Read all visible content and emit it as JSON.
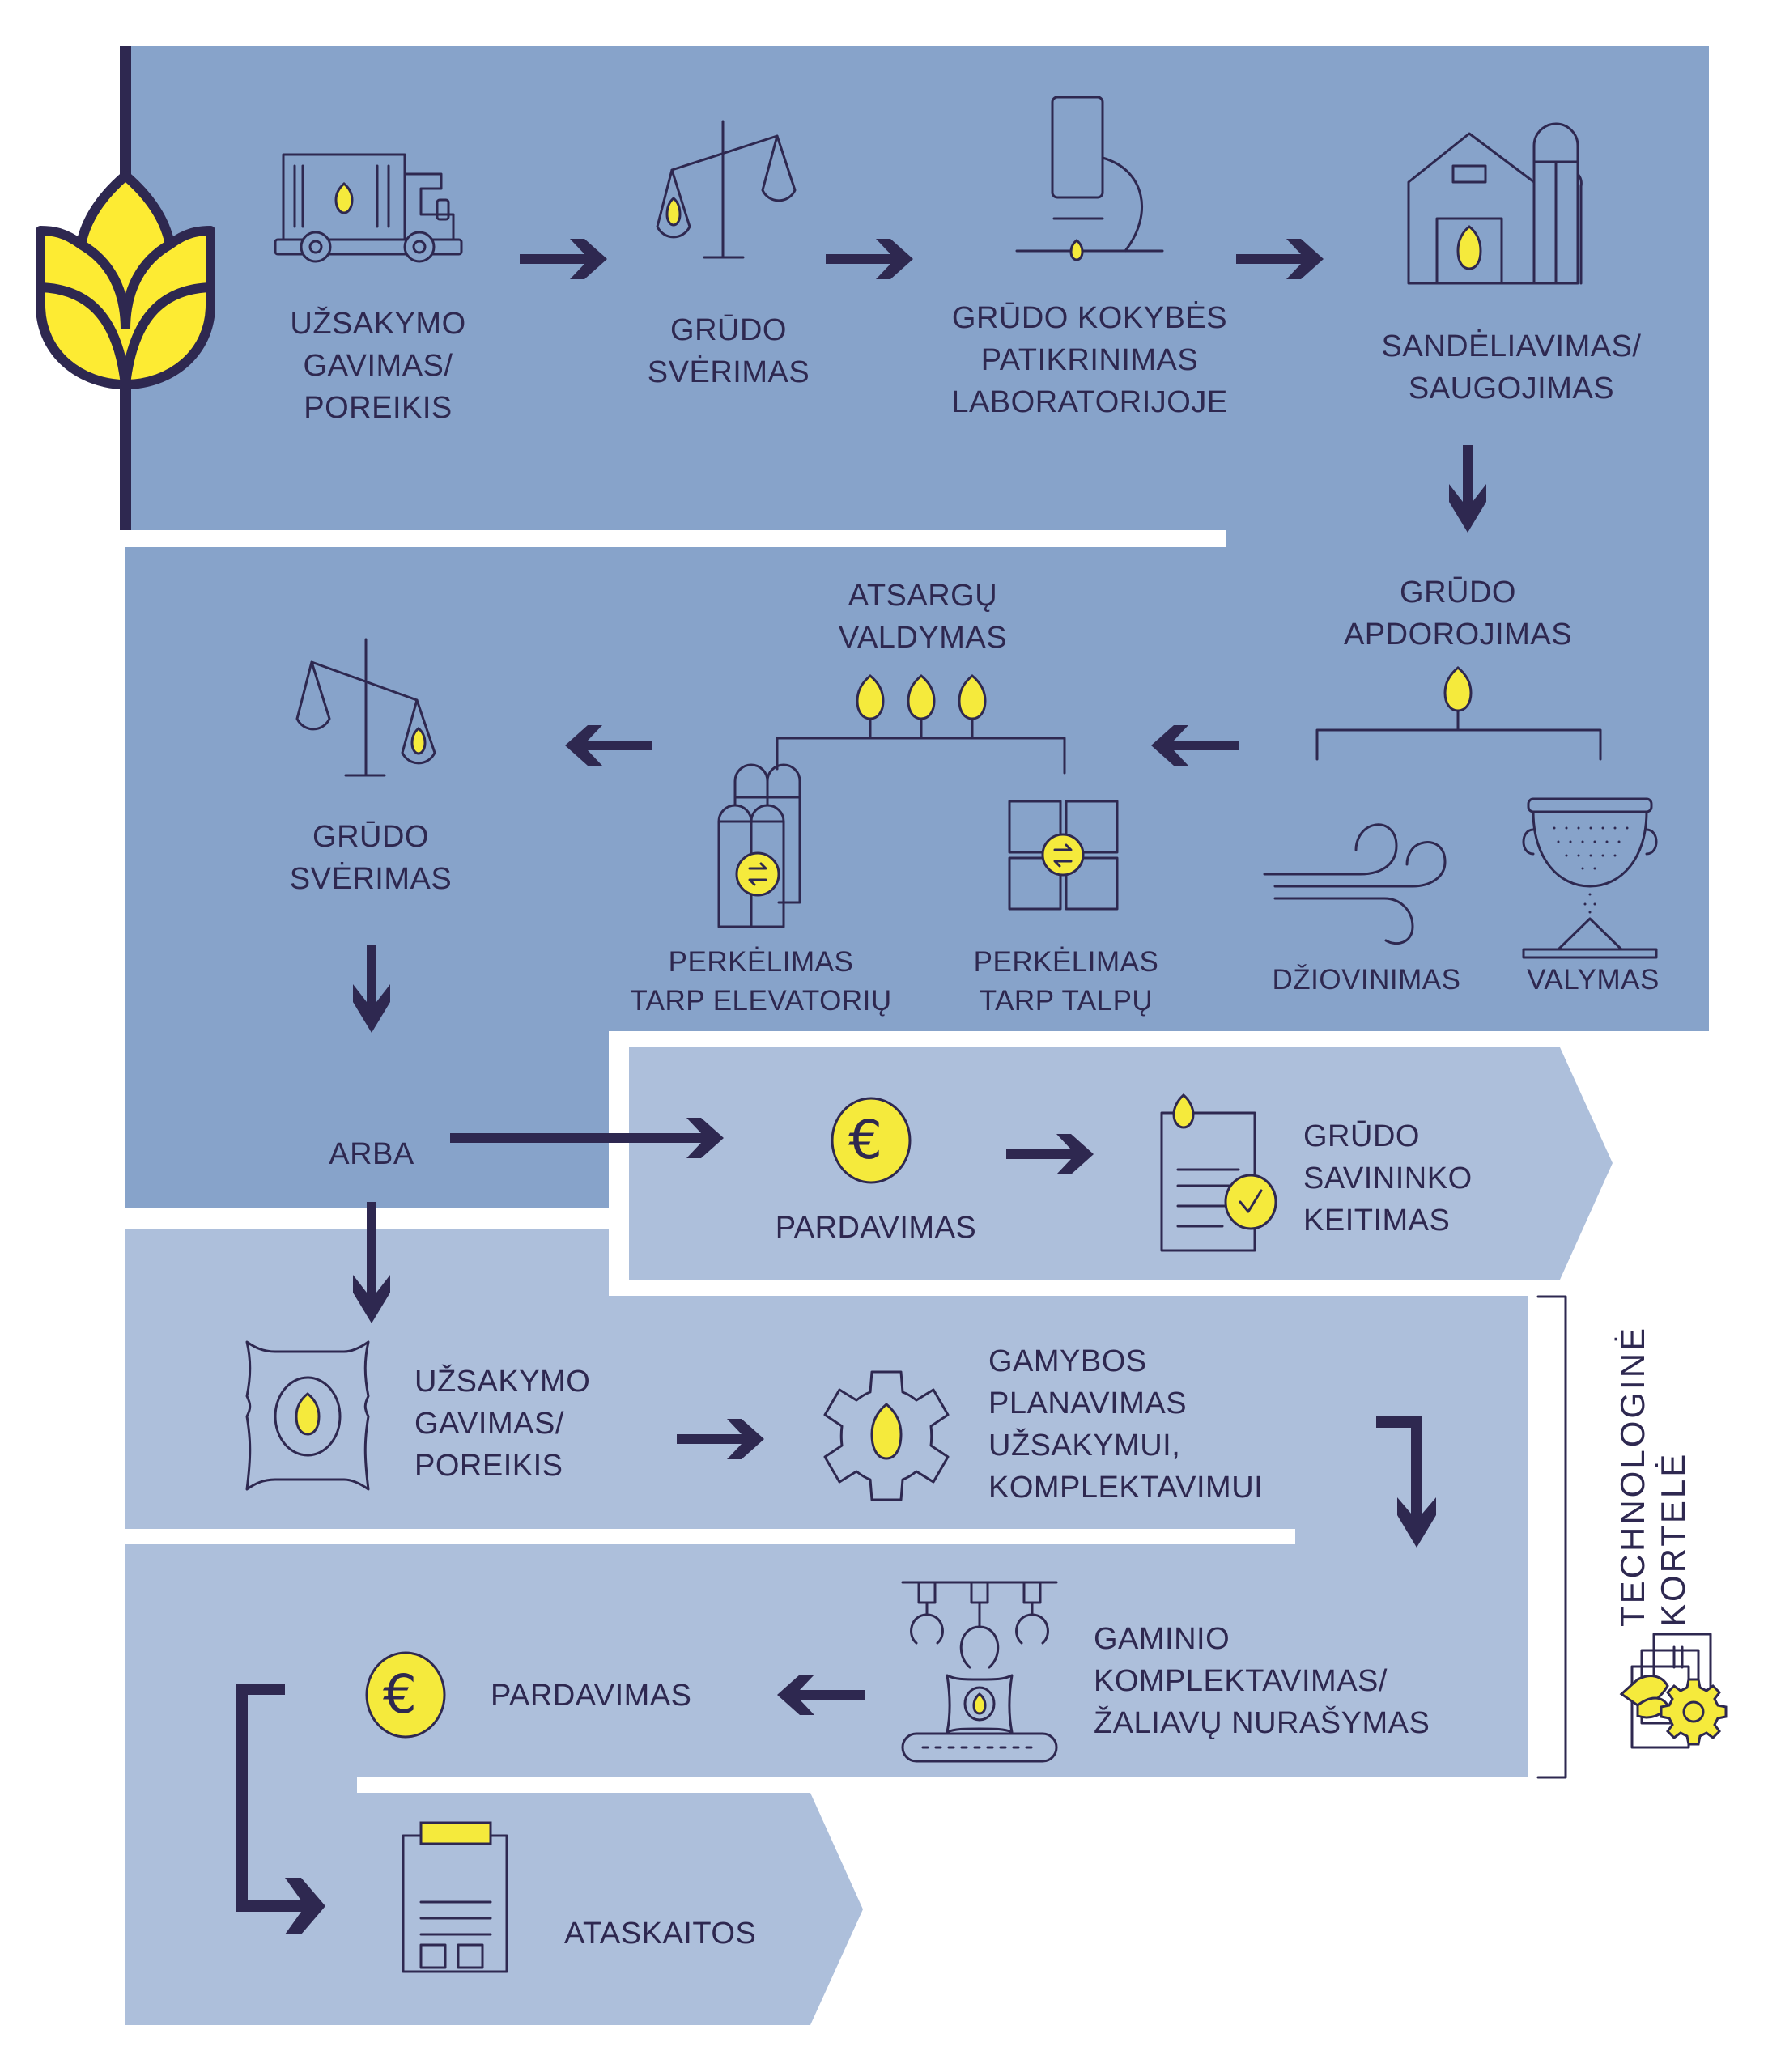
{
  "colors": {
    "panel_dark": "#87A3CA",
    "panel_light": "#ADBFDB",
    "ink": "#2E2850",
    "accent_yellow": "#F5EA3C"
  },
  "flow": {
    "row1": {
      "order_receipt": "UŽSAKYMO\nGAVIMAS/\nPOREIKIS",
      "grain_weighing": "GRŪDO\nSVĖRIMAS",
      "quality_check": "GRŪDO KOKYBĖS\nPATIKRINIMAS\nLABORATORIJOJE",
      "storage": "SANDĖLIAVIMAS/\nSAUGOJIMAS"
    },
    "row2": {
      "processing": "GRŪDO\nAPDOROJIMAS",
      "drying": "DŽIOVINIMAS",
      "cleaning": "VALYMAS",
      "stock_management": "ATSARGŲ\nVALDYMAS",
      "transfer_elevators": "PERKĖLIMAS\nTARP ELEVATORIŲ",
      "transfer_tanks": "PERKĖLIMAS\nTARP TALPŲ",
      "grain_weighing": "GRŪDO\nSVĖRIMAS",
      "or": "ARBA"
    },
    "sale_branch": {
      "sale": "PARDAVIMAS",
      "owner_change": "GRŪDO\nSAVININKO\nKEITIMAS"
    },
    "production": {
      "order_receipt": "UŽSAKYMO\nGAVIMAS/\nPOREIKIS",
      "production_planning": "GAMYBOS\nPLANAVIMAS\nUŽSAKYMUI,\nKOMPLEKTAVIMUI",
      "product_assembly": "GAMINIO\nKOMPLEKTAVIMAS/\nŽALIAVŲ NURAŠYMAS",
      "sale": "PARDAVIMAS",
      "reports": "ATASKAITOS"
    },
    "side_label": "TECHNOLOGINĖ\nKORTELĖ",
    "icons": {
      "logo": "wheat-logo-icon",
      "truck": "truck-icon",
      "scale": "scale-icon",
      "microscope": "microscope-icon",
      "barn": "barn-silo-icon",
      "wind": "wind-icon",
      "sieve": "sieve-icon",
      "silos": "silos-transfer-icon",
      "tanks": "tanks-transfer-icon",
      "euro": "euro-coin-icon",
      "document": "document-check-icon",
      "sack": "grain-sack-icon",
      "gear": "gear-wheat-icon",
      "assembly": "assembly-line-icon",
      "clipboard": "clipboard-report-icon",
      "tech_card": "tech-card-icon"
    },
    "euro_symbol": "€"
  }
}
